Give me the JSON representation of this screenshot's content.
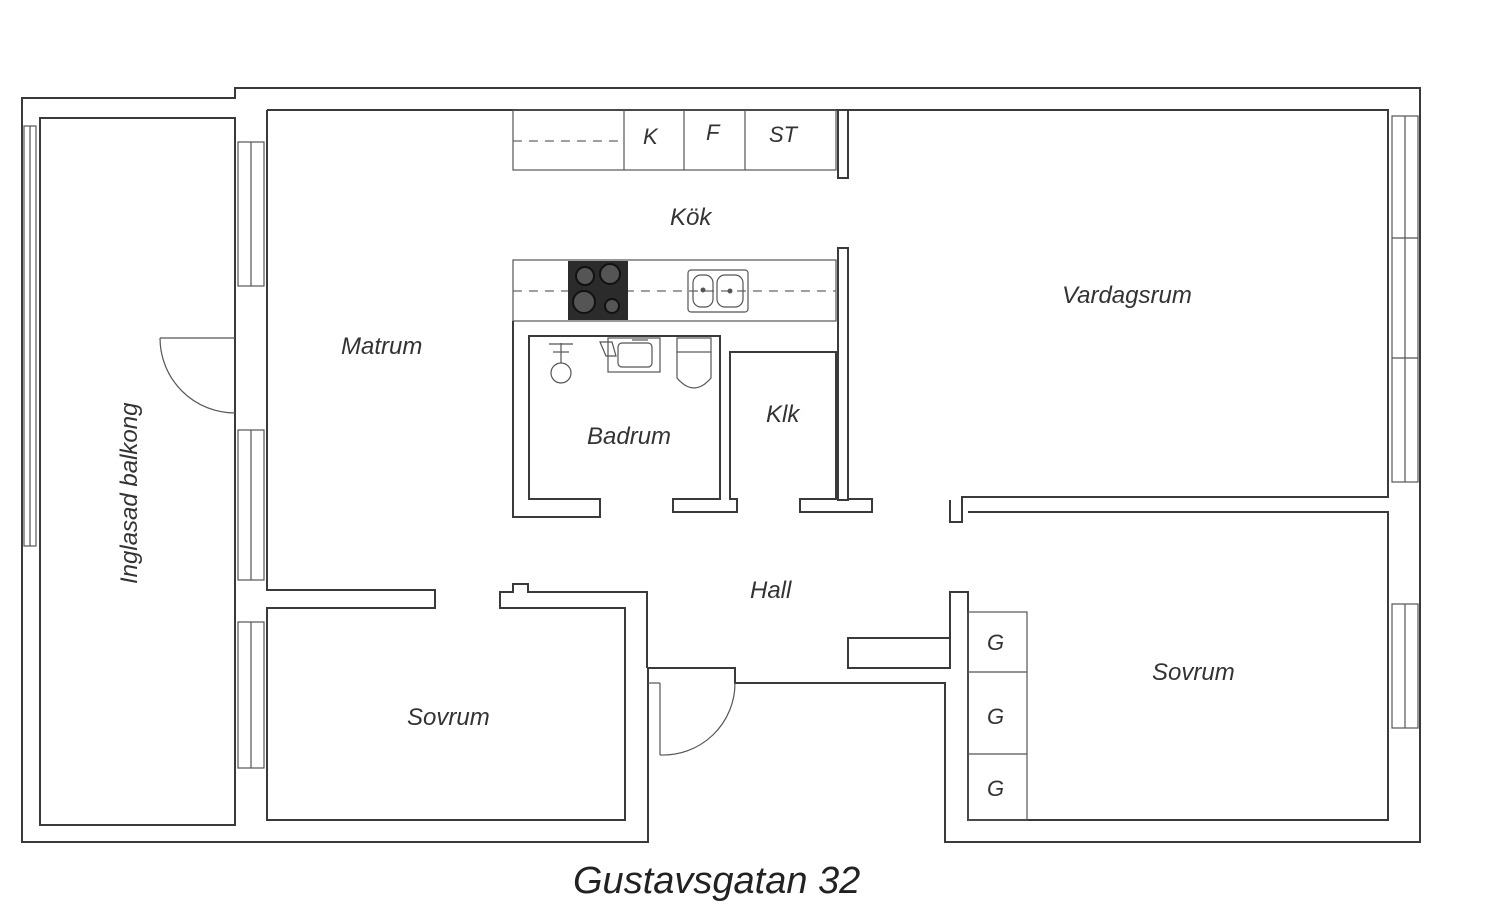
{
  "address": "Gustavsgatan 32",
  "rooms": {
    "kok": "Kök",
    "vardagsrum": "Vardagsrum",
    "matrum": "Matrum",
    "badrum": "Badrum",
    "klk": "Klk",
    "balkong": "Inglasad balkong",
    "hall": "Hall",
    "sovrum_left": "Sovrum",
    "sovrum_right": "Sovrum"
  },
  "appliances": {
    "k": "K",
    "f": "F",
    "st": "ST",
    "g1": "G",
    "g2": "G",
    "g3": "G"
  }
}
